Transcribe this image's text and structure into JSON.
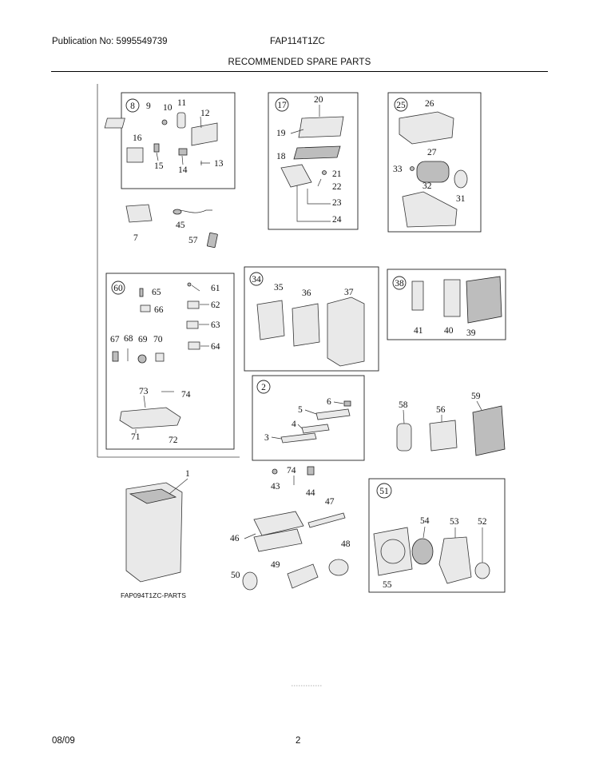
{
  "header": {
    "publication": "Publication No: 5995549739",
    "model": "FAP114T1ZC",
    "title": "RECOMMENDED SPARE PARTS"
  },
  "footer": {
    "date": "08/09",
    "page": "2"
  },
  "diagram": {
    "caption": "FAP094T1ZC-PARTS",
    "groups": {
      "g8": {
        "badge": "8",
        "parts": [
          "9",
          "10",
          "11",
          "12",
          "16",
          "15",
          "14",
          "13"
        ]
      },
      "g17": {
        "badge": "17",
        "parts": [
          "20",
          "19",
          "18",
          "21",
          "22",
          "23",
          "24"
        ]
      },
      "g25": {
        "badge": "25",
        "parts": [
          "26",
          "27",
          "33",
          "32",
          "31"
        ]
      },
      "loose1": {
        "parts": [
          "7",
          "45",
          "57"
        ]
      },
      "g60": {
        "badge": "60",
        "parts": [
          "65",
          "61",
          "66",
          "62",
          "63",
          "67",
          "68",
          "69",
          "70",
          "64",
          "73",
          "74",
          "71",
          "72"
        ]
      },
      "g34": {
        "badge": "34",
        "parts": [
          "35",
          "36",
          "37"
        ]
      },
      "g38": {
        "badge": "38",
        "parts": [
          "41",
          "40",
          "39"
        ]
      },
      "g2": {
        "badge": "2",
        "parts": [
          "6",
          "5",
          "4",
          "3"
        ]
      },
      "loose2": {
        "parts": [
          "58",
          "56",
          "59"
        ]
      },
      "loose3": {
        "parts": [
          "1",
          "43",
          "74",
          "44",
          "47",
          "46",
          "48",
          "50",
          "49"
        ]
      },
      "g51": {
        "badge": "51",
        "parts": [
          "54",
          "53",
          "52",
          "55"
        ]
      }
    }
  }
}
